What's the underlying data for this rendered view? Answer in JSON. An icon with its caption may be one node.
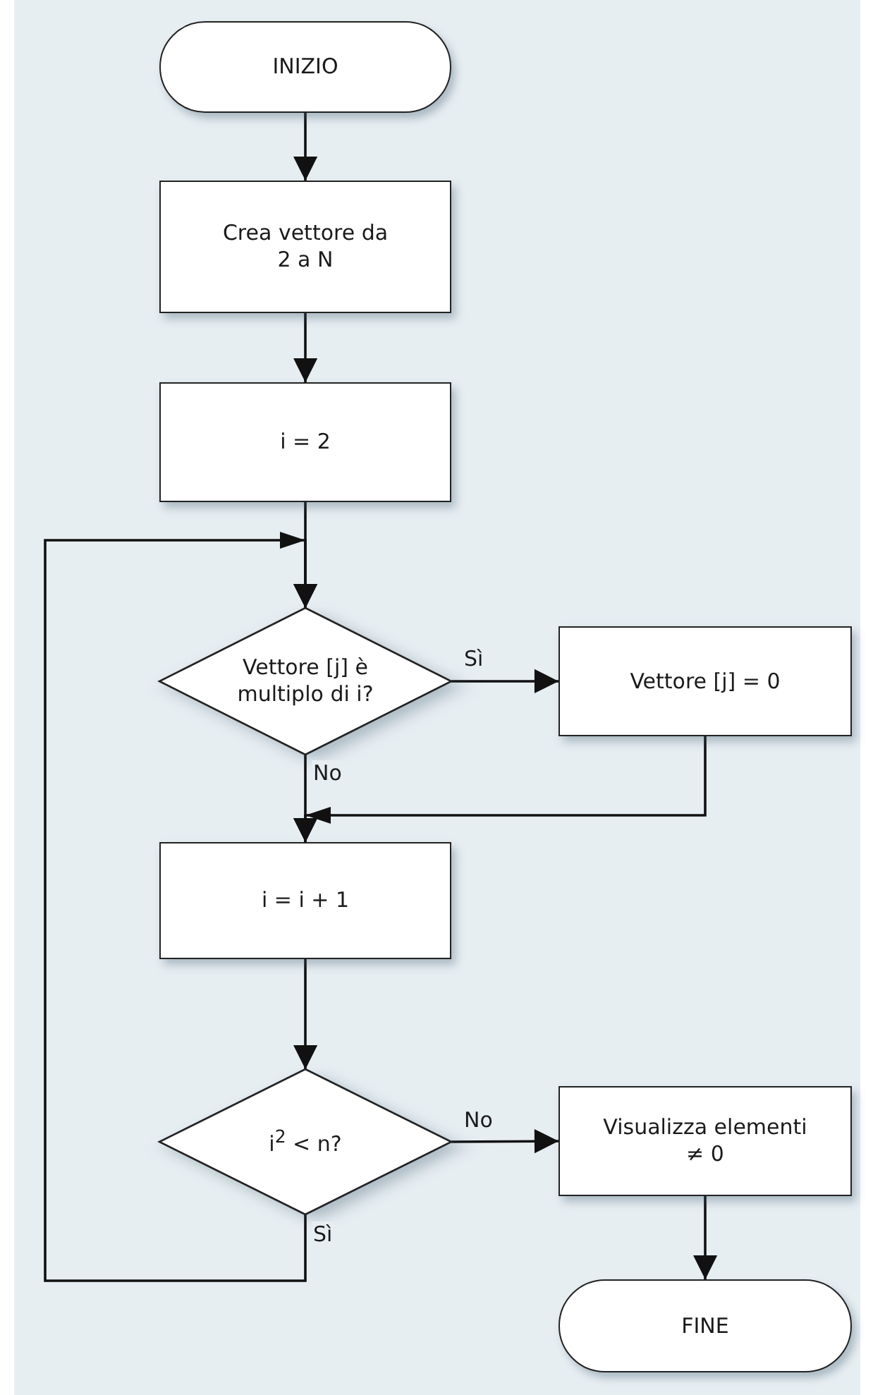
{
  "diagram": {
    "nodes": [
      {
        "text": [
          "INIZIO"
        ]
      },
      {
        "text": [
          "Crea vettore da 2 a N"
        ]
      },
      {
        "text": [
          "i = 2"
        ]
      },
      {
        "text": [
          "Vettore [j] è multiplo di i?"
        ]
      },
      {
        "text": [
          "Vettore [j] = 0"
        ]
      },
      {
        "text": [
          "i = i + 1"
        ]
      },
      {
        "text": [
          "i$^{2}$ < n?"
        ]
      },
      {
        "text": [
          "Visualizza elementi ≠ 0"
        ]
      },
      {
        "text": [
          "FINE"
        ]
      }
    ],
    "edges": [
      {
        "from": 0,
        "to": 1,
        "arrow": "to"
      },
      {
        "from": 1,
        "to": 2,
        "arrow": "to"
      },
      {
        "from": 2,
        "to": 3,
        "arrow": "to"
      },
      {
        "from": 3,
        "to": 4,
        "arrow": "to",
        "label": "Sì"
      },
      {
        "from": 3,
        "to": 5,
        "arrow": "to",
        "label": "No"
      },
      {
        "from": 4,
        "to": 5,
        "arrow": "to"
      },
      {
        "from": 5,
        "to": 6,
        "arrow": "to"
      },
      {
        "from": 6,
        "to": 7,
        "arrow": "to",
        "label": "No"
      },
      {
        "from": 6,
        "to": 3,
        "arrow": "to",
        "label": "Sì"
      },
      {
        "from": 7,
        "to": 8,
        "arrow": "to"
      }
    ]
  }
}
